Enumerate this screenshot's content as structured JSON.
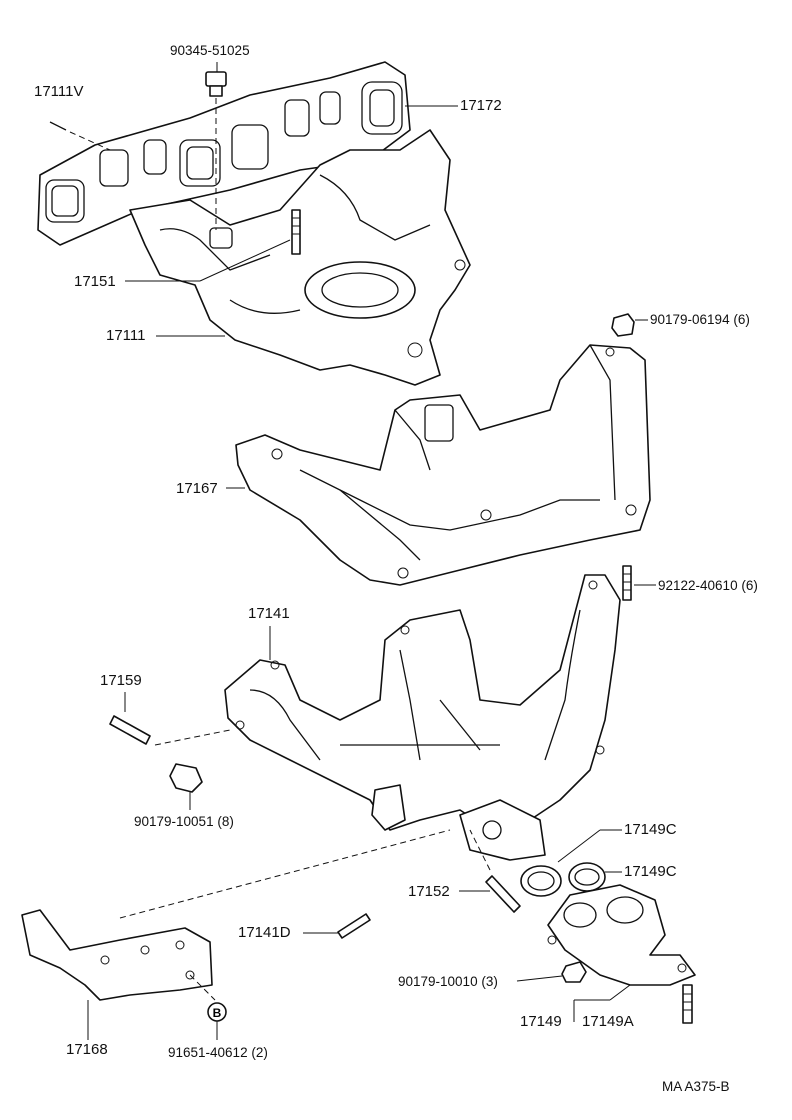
{
  "labels": {
    "p17111V": "17111V",
    "p90345": "90345-51025",
    "p17172": "17172",
    "p17151": "17151",
    "p17111": "17111",
    "p90179_06194": "90179-06194 (6)",
    "p17167": "17167",
    "p92122": "92122-40610 (6)",
    "p17141": "17141",
    "p17159": "17159",
    "p90179_10051": "90179-10051 (8)",
    "p17149C_a": "17149C",
    "p17149C_b": "17149C",
    "p17152": "17152",
    "p17141D": "17141D",
    "p90179_10010": "90179-10010 (3)",
    "p17149": "17149",
    "p17149A": "17149A",
    "p17168": "17168",
    "p91651": "91651-40612 (2)",
    "footer_code": "MA  A375-B",
    "b_symbol": "B"
  }
}
